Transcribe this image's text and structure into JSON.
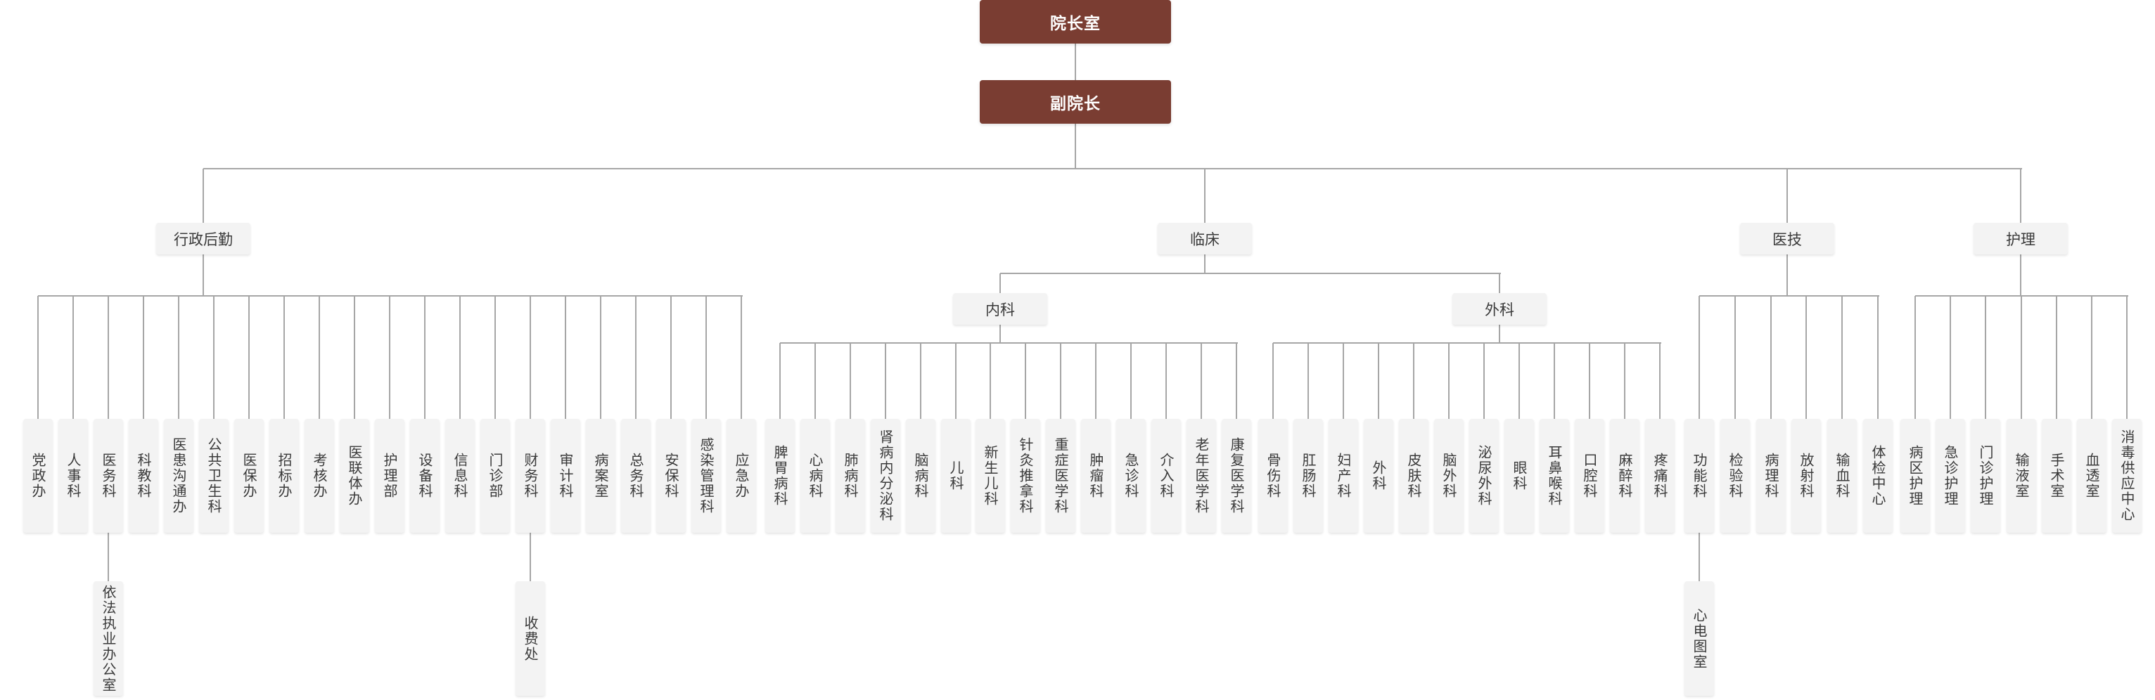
{
  "title": "院长室",
  "deputy": "副院长",
  "colors": {
    "top_node": "#7a3d32",
    "node": "#f3f3f3",
    "line": "#a6a6a6",
    "text": "#3a3a3a"
  },
  "groups": [
    {
      "label": "行政后勤",
      "children": [
        {
          "label": "党政办"
        },
        {
          "label": "人事科"
        },
        {
          "label": "医务科",
          "sub": "依法执业办公室"
        },
        {
          "label": "科教科"
        },
        {
          "label": "医患沟通办"
        },
        {
          "label": "公共卫生科"
        },
        {
          "label": "医保办"
        },
        {
          "label": "招标办"
        },
        {
          "label": "考核办"
        },
        {
          "label": "医联体办"
        },
        {
          "label": "护理部"
        },
        {
          "label": "设备科"
        },
        {
          "label": "信息科"
        },
        {
          "label": "门诊部"
        },
        {
          "label": "财务科",
          "sub": "收费处"
        },
        {
          "label": "审计科"
        },
        {
          "label": "病案室"
        },
        {
          "label": "总务科"
        },
        {
          "label": "安保科"
        },
        {
          "label": "感染管理科"
        },
        {
          "label": "应急办"
        }
      ]
    },
    {
      "label": "临床",
      "subgroups": [
        {
          "label": "内科",
          "children": [
            {
              "label": "脾胃病科"
            },
            {
              "label": "心病科"
            },
            {
              "label": "肺病科"
            },
            {
              "label": "肾病内分泌科"
            },
            {
              "label": "脑病科"
            },
            {
              "label": "儿科"
            },
            {
              "label": "新生儿科"
            },
            {
              "label": "针灸推拿科"
            },
            {
              "label": "重症医学科"
            },
            {
              "label": "肿瘤科"
            },
            {
              "label": "急诊科"
            },
            {
              "label": "介入科"
            },
            {
              "label": "老年医学科"
            },
            {
              "label": "康复医学科"
            }
          ]
        },
        {
          "label": "外科",
          "children": [
            {
              "label": "骨伤科"
            },
            {
              "label": "肛肠科"
            },
            {
              "label": "妇产科"
            },
            {
              "label": "外科"
            },
            {
              "label": "皮肤科"
            },
            {
              "label": "脑外科"
            },
            {
              "label": "泌尿外科"
            },
            {
              "label": "眼科"
            },
            {
              "label": "耳鼻喉科"
            },
            {
              "label": "口腔科"
            },
            {
              "label": "麻醉科"
            },
            {
              "label": "疼痛科"
            }
          ]
        }
      ]
    },
    {
      "label": "医技",
      "children": [
        {
          "label": "功能科",
          "sub": "心电图室"
        },
        {
          "label": "检验科"
        },
        {
          "label": "病理科"
        },
        {
          "label": "放射科"
        },
        {
          "label": "输血科"
        },
        {
          "label": "体检中心"
        }
      ]
    },
    {
      "label": "护理",
      "children": [
        {
          "label": "病区护理"
        },
        {
          "label": "急诊护理"
        },
        {
          "label": "门诊护理"
        },
        {
          "label": "输液室"
        },
        {
          "label": "手术室"
        },
        {
          "label": "血透室"
        },
        {
          "label": "消毒供应中心"
        }
      ]
    }
  ]
}
